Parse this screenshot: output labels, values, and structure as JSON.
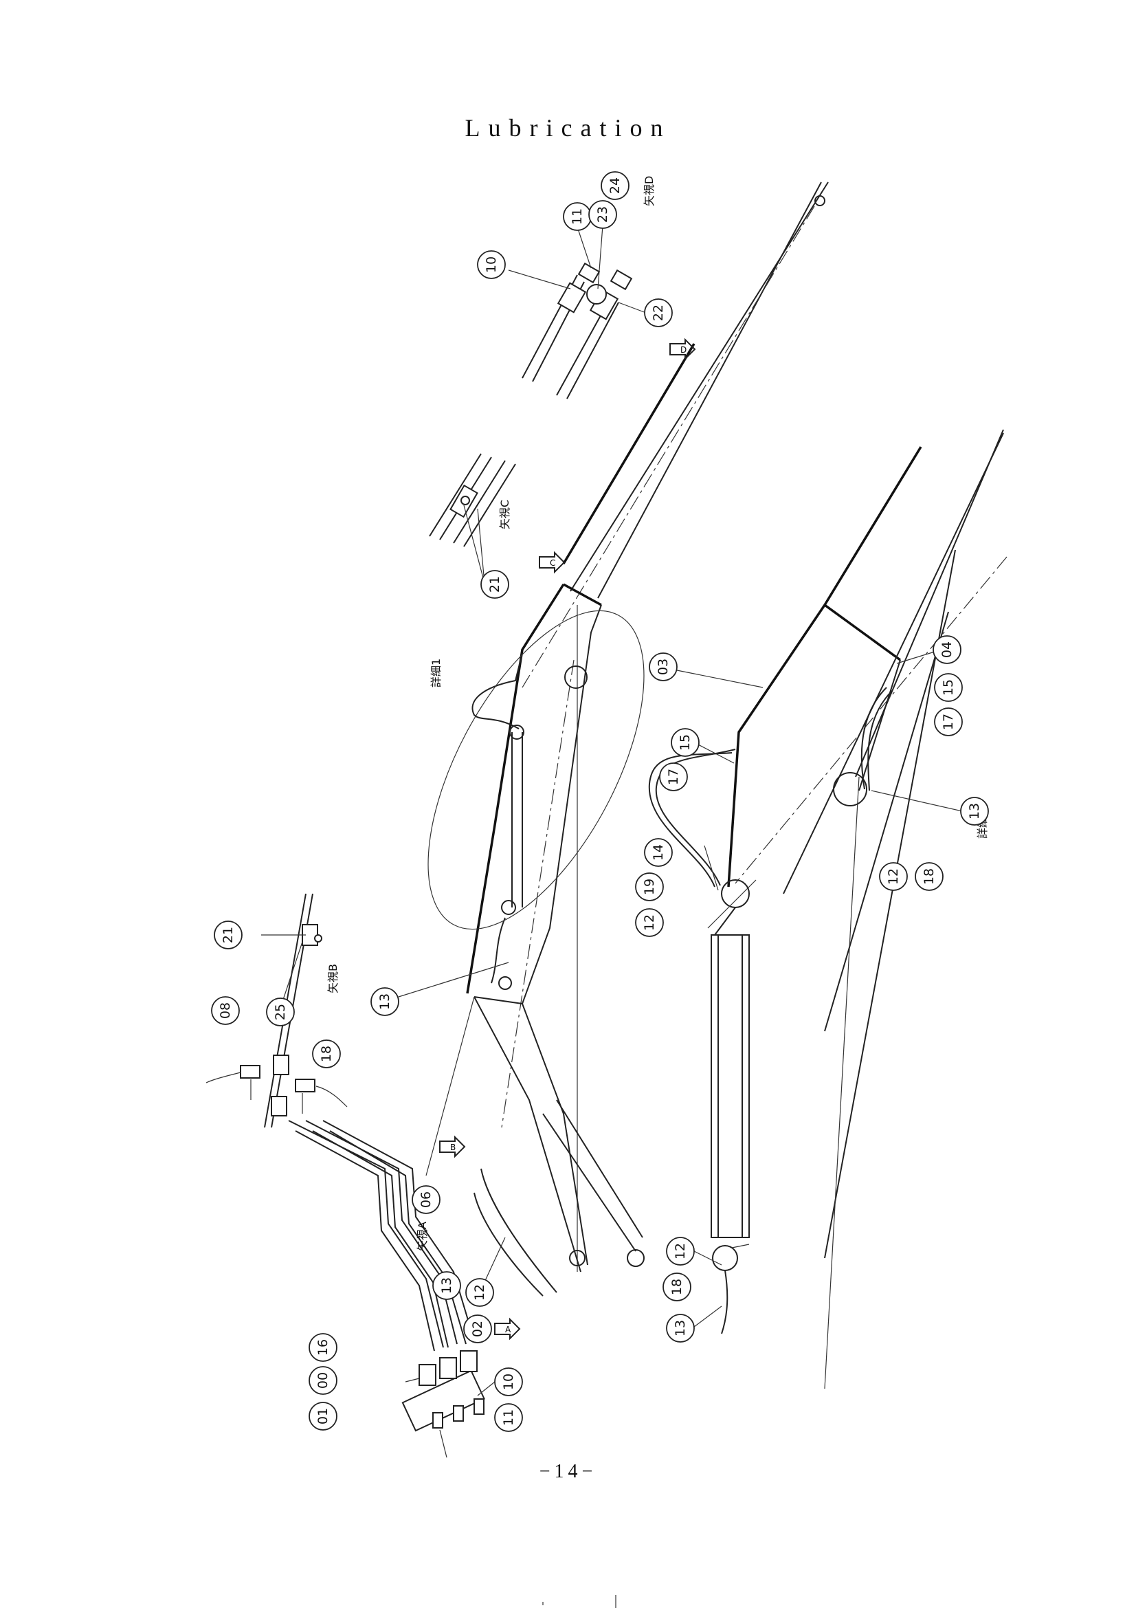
{
  "page": {
    "title": "Lubrication",
    "page_number": "−14−"
  },
  "view_labels": {
    "view_d": "矢視D",
    "view_c": "矢視C",
    "view_b": "矢視B",
    "view_a": "矢視A",
    "detail_1": "詳細1",
    "detail_1b": "詳細1"
  },
  "arrow_markers": [
    "D",
    "C",
    "B",
    "A"
  ],
  "callouts": [
    {
      "id": "c10a",
      "label": "10"
    },
    {
      "id": "c11a",
      "label": "11"
    },
    {
      "id": "c23",
      "label": "23"
    },
    {
      "id": "c24",
      "label": "24"
    },
    {
      "id": "c22",
      "label": "22"
    },
    {
      "id": "c21a",
      "label": "21"
    },
    {
      "id": "c03",
      "label": "03"
    },
    {
      "id": "c04",
      "label": "04"
    },
    {
      "id": "c15a",
      "label": "15"
    },
    {
      "id": "c17a",
      "label": "17"
    },
    {
      "id": "c15b",
      "label": "15"
    },
    {
      "id": "c17b",
      "label": "17"
    },
    {
      "id": "c13a",
      "label": "13"
    },
    {
      "id": "c14",
      "label": "14"
    },
    {
      "id": "c19",
      "label": "19"
    },
    {
      "id": "c12a",
      "label": "12"
    },
    {
      "id": "c12b",
      "label": "12"
    },
    {
      "id": "c18a",
      "label": "18"
    },
    {
      "id": "c21b",
      "label": "21"
    },
    {
      "id": "c25",
      "label": "25"
    },
    {
      "id": "c08",
      "label": "08"
    },
    {
      "id": "c18b",
      "label": "18"
    },
    {
      "id": "c13b",
      "label": "13"
    },
    {
      "id": "c06",
      "label": "06"
    },
    {
      "id": "c13c",
      "label": "13"
    },
    {
      "id": "c12c",
      "label": "12"
    },
    {
      "id": "c02",
      "label": "02"
    },
    {
      "id": "c12d",
      "label": "12"
    },
    {
      "id": "c18c",
      "label": "18"
    },
    {
      "id": "c13d",
      "label": "13"
    },
    {
      "id": "c16",
      "label": "16"
    },
    {
      "id": "c00",
      "label": "00"
    },
    {
      "id": "c01",
      "label": "01"
    },
    {
      "id": "c10b",
      "label": "10"
    },
    {
      "id": "c11b",
      "label": "11"
    }
  ]
}
